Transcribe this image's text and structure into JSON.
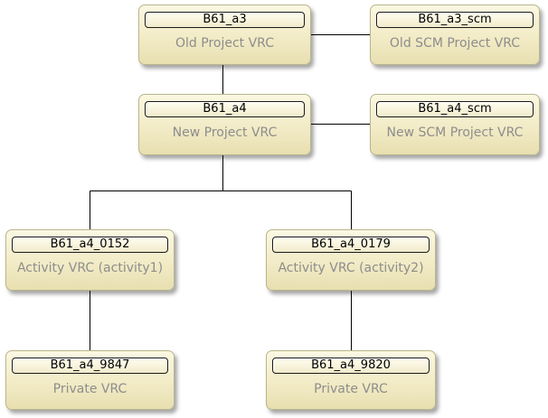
{
  "nodes": {
    "a3": {
      "name": "B61_a3",
      "type": "Old Project VRC"
    },
    "a3_scm": {
      "name": "B61_a3_scm",
      "type": "Old SCM Project VRC"
    },
    "a4": {
      "name": "B61_a4",
      "type": "New Project VRC"
    },
    "a4_scm": {
      "name": "B61_a4_scm",
      "type": "New SCM Project VRC"
    },
    "a4_0152": {
      "name": "B61_a4_0152",
      "type": "Activity VRC (activity1)"
    },
    "a4_0179": {
      "name": "B61_a4_0179",
      "type": "Activity VRC (activity2)"
    },
    "a4_9847": {
      "name": "B61_a4_9847",
      "type": "Private VRC"
    },
    "a4_9820": {
      "name": "B61_a4_9820",
      "type": "Private VRC"
    }
  },
  "colors": {
    "node_fill": "#f2ebc6",
    "node_border": "#b9b58e",
    "type_text": "#8d8d8d",
    "connector": "#000000"
  }
}
